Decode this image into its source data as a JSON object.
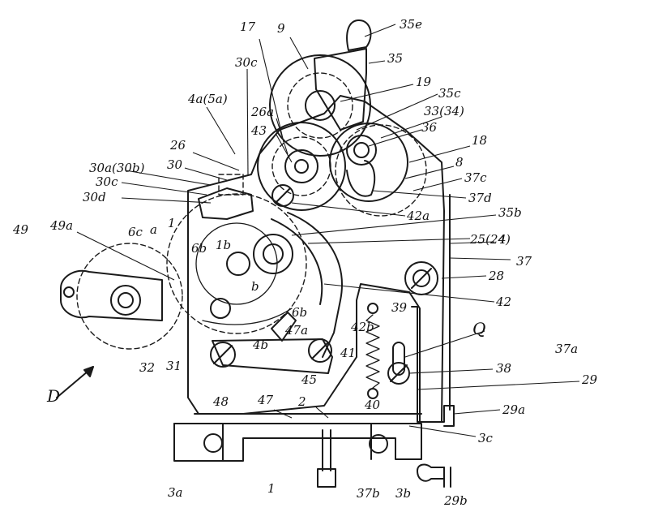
{
  "labels": [
    {
      "id": "35e",
      "text": "35e"
    },
    {
      "id": "17",
      "text": "17"
    },
    {
      "id": "9",
      "text": "9"
    },
    {
      "id": "35",
      "text": "35"
    },
    {
      "id": "30c_top",
      "text": "30c"
    },
    {
      "id": "19",
      "text": "19"
    },
    {
      "id": "4a5a",
      "text": "4a(5a)"
    },
    {
      "id": "35c",
      "text": "35c"
    },
    {
      "id": "26a",
      "text": "26a"
    },
    {
      "id": "33_34",
      "text": "33(34)"
    },
    {
      "id": "43",
      "text": "43"
    },
    {
      "id": "36",
      "text": "36"
    },
    {
      "id": "26",
      "text": "26"
    },
    {
      "id": "18",
      "text": "18"
    },
    {
      "id": "30",
      "text": "30"
    },
    {
      "id": "8",
      "text": "8"
    },
    {
      "id": "30a30b",
      "text": "30a(30b)"
    },
    {
      "id": "37c",
      "text": "37c"
    },
    {
      "id": "30c_left",
      "text": "30c"
    },
    {
      "id": "37d",
      "text": "37d"
    },
    {
      "id": "30d",
      "text": "30d"
    },
    {
      "id": "42a",
      "text": "42a"
    },
    {
      "id": "35b",
      "text": "35b"
    },
    {
      "id": "49",
      "text": "49"
    },
    {
      "id": "49a",
      "text": "49a"
    },
    {
      "id": "6c",
      "text": "6c"
    },
    {
      "id": "a",
      "text": "a"
    },
    {
      "id": "1_top",
      "text": "1"
    },
    {
      "id": "6b_top",
      "text": "6b"
    },
    {
      "id": "1b",
      "text": "1b"
    },
    {
      "id": "25_24",
      "text": "25(24)"
    },
    {
      "id": "4",
      "text": "4"
    },
    {
      "id": "37",
      "text": "37"
    },
    {
      "id": "28",
      "text": "28"
    },
    {
      "id": "b",
      "text": "b"
    },
    {
      "id": "42",
      "text": "42"
    },
    {
      "id": "39",
      "text": "39"
    },
    {
      "id": "6b_mid",
      "text": "6b"
    },
    {
      "id": "42b",
      "text": "42b"
    },
    {
      "id": "Q",
      "text": "Q"
    },
    {
      "id": "47a",
      "text": "47a"
    },
    {
      "id": "4b",
      "text": "4b"
    },
    {
      "id": "41",
      "text": "41"
    },
    {
      "id": "37a",
      "text": "37a"
    },
    {
      "id": "32",
      "text": "32"
    },
    {
      "id": "31",
      "text": "31"
    },
    {
      "id": "45",
      "text": "45"
    },
    {
      "id": "38",
      "text": "38"
    },
    {
      "id": "D",
      "text": "D"
    },
    {
      "id": "29",
      "text": "29"
    },
    {
      "id": "48",
      "text": "48"
    },
    {
      "id": "47",
      "text": "47"
    },
    {
      "id": "40",
      "text": "40"
    },
    {
      "id": "2",
      "text": "2"
    },
    {
      "id": "29a",
      "text": "29a"
    },
    {
      "id": "3c",
      "text": "3c"
    },
    {
      "id": "3a",
      "text": "3a"
    },
    {
      "id": "1_bottom",
      "text": "1"
    },
    {
      "id": "37b",
      "text": "37b"
    },
    {
      "id": "3b",
      "text": "3b"
    },
    {
      "id": "29b",
      "text": "29b"
    }
  ]
}
